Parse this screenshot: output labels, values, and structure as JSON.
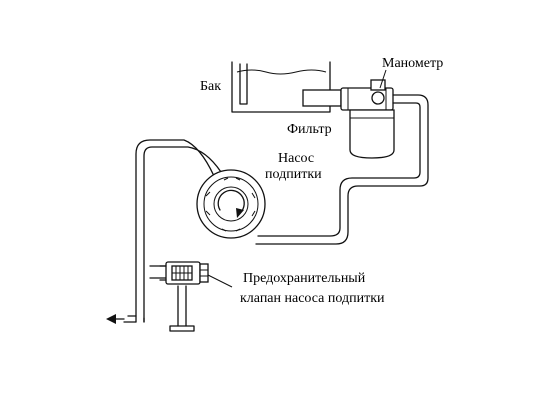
{
  "labels": {
    "tank": "Бак",
    "gauge": "Манометр",
    "filter": "Фильтр",
    "pump_line1": "Насос",
    "pump_line2": "подпитки",
    "valve_line1": "Предохранительный",
    "valve_line2": "клапан насоса подпитки"
  },
  "colors": {
    "line": "#111111",
    "background": "#ffffff"
  }
}
